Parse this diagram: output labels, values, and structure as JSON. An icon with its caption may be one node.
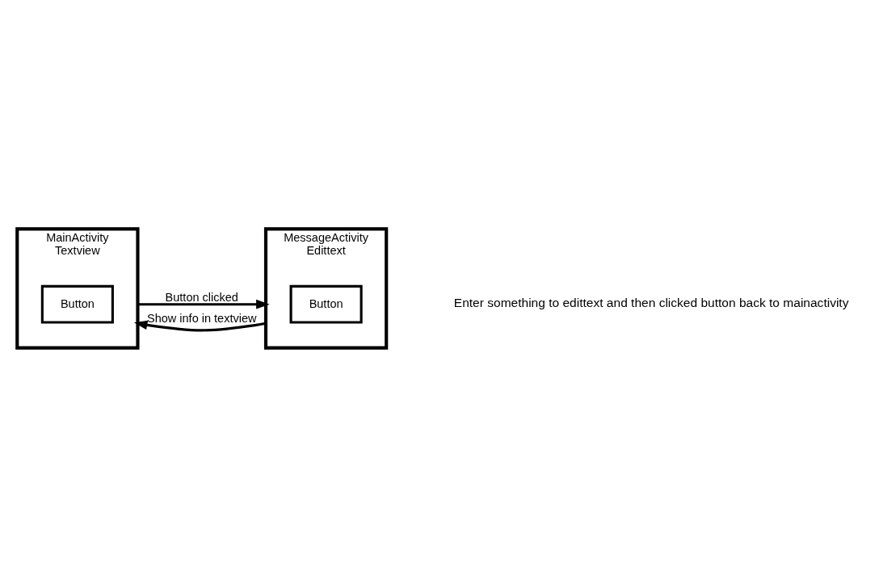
{
  "diagram": {
    "nodes": [
      {
        "text": [
          "MainActivity",
          "Textview"
        ]
      },
      {
        "text": [
          "Button"
        ],
        "in": 0
      },
      {
        "text": [
          "MessageActivity",
          "Edittext"
        ]
      },
      {
        "text": [
          "Button"
        ],
        "in": 2
      }
    ],
    "edges": [
      {
        "from": 0,
        "to": 2,
        "arrow": "to",
        "label": "Button clicked"
      },
      {
        "from": 2,
        "to": 0,
        "arrow": "to",
        "label": "Show info in textview"
      }
    ],
    "labels": [
      "Enter something to edittext and then clicked button back to mainactivity"
    ]
  }
}
